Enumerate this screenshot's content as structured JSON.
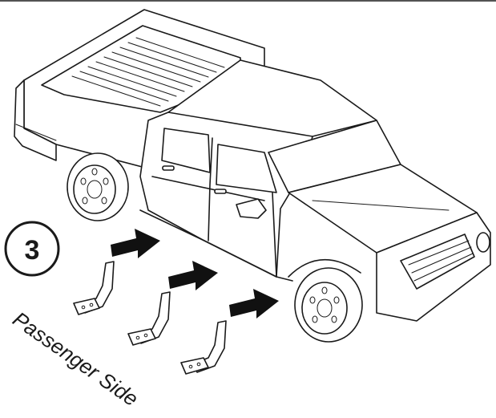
{
  "diagram": {
    "step_number": "3",
    "side_label": "Passenger Side",
    "colors": {
      "line": "#1a1a1a",
      "arrow": "#111111",
      "background": "#ffffff"
    },
    "arrows": [
      {
        "name": "front-bracket-arrow",
        "icon": "right-arrow-icon"
      },
      {
        "name": "middle-bracket-arrow",
        "icon": "right-arrow-icon"
      },
      {
        "name": "rear-bracket-arrow",
        "icon": "right-arrow-icon"
      }
    ],
    "brackets": [
      "front-mounting-bracket",
      "middle-mounting-bracket",
      "rear-mounting-bracket"
    ]
  }
}
